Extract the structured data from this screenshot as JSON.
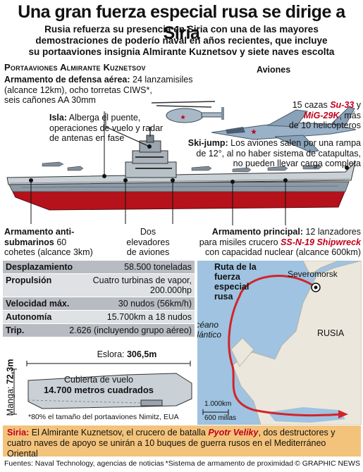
{
  "header": {
    "title": "Una gran fuerza especial rusa se dirige a Siria",
    "subtitle_1": "Rusia refuerza su presencia en Siria con una de las mayores",
    "subtitle_2": "demostraciones de poderío naval en años recientes, que incluye",
    "subtitle_3": "su portaaviones insignia Almirante Kuznetsov y siete naves escolta"
  },
  "ship": {
    "name": "Portaaviones Almirante Kuznetsov",
    "air_defense_head": "Armamento de defensa aérea:",
    "air_defense_1": " 24 lanzamisiles",
    "air_defense_2": "(alcance 12km), ocho torretas CIWS*,",
    "air_defense_3": "seis cañones AA 30mm",
    "island_head": "Isla:",
    "island_1": " Alberga el puente,",
    "island_2": "operaciones de vuelo y radar",
    "island_3": "de antenas en fase",
    "aircraft_head": "Aviones",
    "aircraft_1a": "15 cazas ",
    "aircraft_su": "Su-33",
    "aircraft_1b": " y",
    "aircraft_mig": "MiG-29K",
    "aircraft_2": ", más",
    "aircraft_3": "de 10 helicópteros",
    "ski_head": "Ski-jump:",
    "ski_1": " Los aviones salen por una rampa",
    "ski_2": "de 12°, al no haber sistema de catapultas,",
    "ski_3": "no pueden llevar carga completa",
    "asw_head_1": "Armamento anti-",
    "asw_head_2": "submarinos",
    "asw_1": " 60",
    "asw_2": "cohetes (alcance 3km)",
    "elev_1": "Dos",
    "elev_2": "elevadores",
    "elev_3": "de aviones",
    "main_head": "Armamento principal:",
    "main_1": " 12 lanzadores",
    "main_2": "para misiles crucero ",
    "main_ssn": "SS-N-19 Shipwreck",
    "main_3": "con capacidad nuclear (alcance 600km)"
  },
  "stats": [
    {
      "key": "Desplazamiento",
      "value": "58.500 toneladas"
    },
    {
      "key": "Propulsión",
      "value": "Cuatro turbinas de vapor, 200.000hp"
    },
    {
      "key": "Velocidad máx.",
      "value": "30 nudos (56km/h)"
    },
    {
      "key": "Autonomía",
      "value": "15.700km a 18 nudos"
    },
    {
      "key": "Trip.",
      "value": "2.626 (incluyendo grupo aéreo)"
    }
  ],
  "deck": {
    "length_label": "Eslora: ",
    "length_value": "306,5m",
    "beam_label": "Manga: ",
    "beam_value": "72,3m",
    "area_1": "Cubierta de vuelo",
    "area_2": "14.700 metros cuadrados",
    "footnote": "*80% el tamaño del portaaviones Nimitz, EUA"
  },
  "map": {
    "route_1": "Ruta de la",
    "route_2": "fuerza",
    "route_3": "especial",
    "route_4": "rusa",
    "city": "Severomorsk",
    "ocean_1": "Océano",
    "ocean_2": "Atlántico",
    "country": "RUSIA",
    "scale_km": "1.000km",
    "scale_mi": "600 millas"
  },
  "bottom": {
    "head": "Siria:",
    "text_1": " El Almirante Kuznetsov, el crucero de batalla ",
    "ship": "Pyotr Veliky",
    "text_2": ", dos destructores y cuatro naves de apoyo se unirán a 10 buques de guerra rusos en el Mediterráneo Oriental"
  },
  "footer": {
    "sources": "Fuentes: Naval Technology, agencias de noticias",
    "note": "*Sistema de armamento de proximidad",
    "credit": "© GRAPHIC NEWS"
  },
  "colors": {
    "red": "#c0001a",
    "hull": "#b5121b",
    "sea": "#9fc3e0",
    "land": "#ece7dc",
    "route": "#d3232a",
    "banner": "#f3c37b"
  }
}
